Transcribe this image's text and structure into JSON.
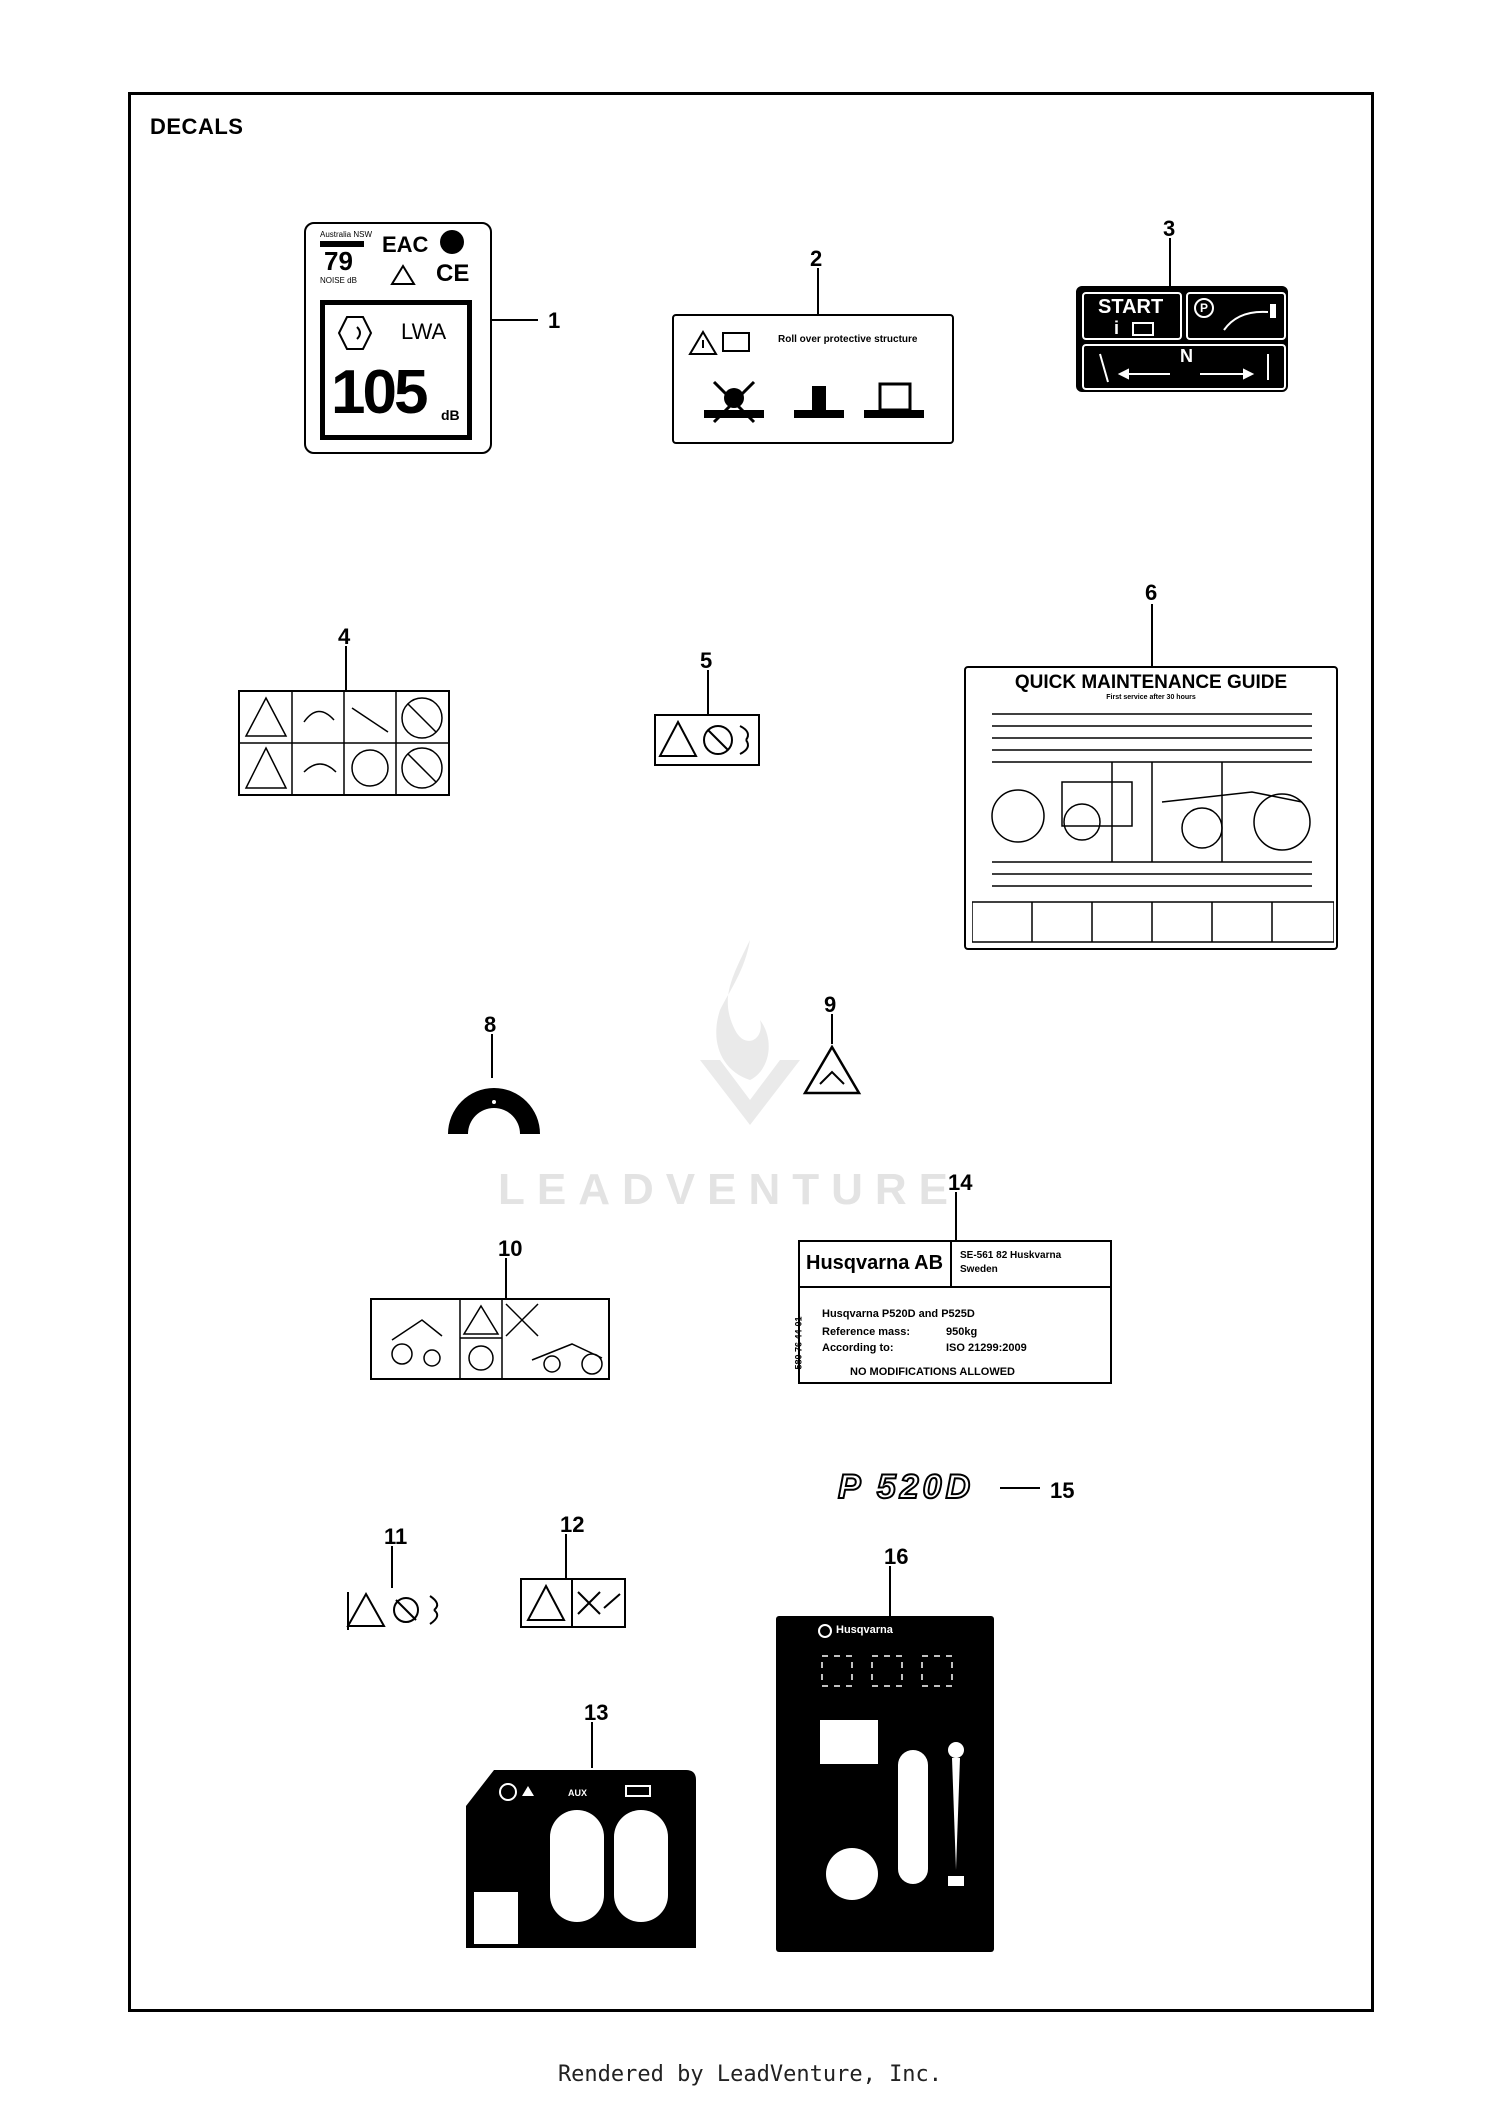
{
  "title": "DECALS",
  "footer": "Rendered by LeadVenture, Inc.",
  "watermark": "LEADVENTURE",
  "callouts": [
    "1",
    "2",
    "3",
    "4",
    "5",
    "6",
    "8",
    "9",
    "10",
    "11",
    "12",
    "13",
    "14",
    "15",
    "16"
  ],
  "decal1": {
    "top_text": "Australia NSW",
    "noise_num": "79",
    "noise_label": "NOISE dB",
    "eac": "EAC",
    "ce": "CE",
    "lwa": "LWA",
    "db_value": "105",
    "db_unit": "dB"
  },
  "decal2": {
    "text": "Roll over protective structure"
  },
  "decal3": {
    "start": "START",
    "info": "i",
    "park": "P",
    "neutral": "N"
  },
  "decal6": {
    "title": "QUICK MAINTENANCE GUIDE",
    "subtitle": "First service after 30 hours"
  },
  "decal13": {
    "brand": "Husqvarna AB",
    "address_1": "SE-561 82 Huskvarna",
    "address_2": "Sweden",
    "models": "Husqvarna P520D and P525D",
    "mass_label": "Reference mass:",
    "mass_value": "950kg",
    "std_label": "According to:",
    "std_value": "ISO 21299:2009",
    "footer": "NO MODIFICATIONS ALLOWED",
    "side_code": "580 76 44-01"
  },
  "decal14": {
    "model": "P 520D"
  },
  "decal15": {
    "aux": "AUX"
  },
  "decal16": {
    "brand": "Husqvarna"
  }
}
